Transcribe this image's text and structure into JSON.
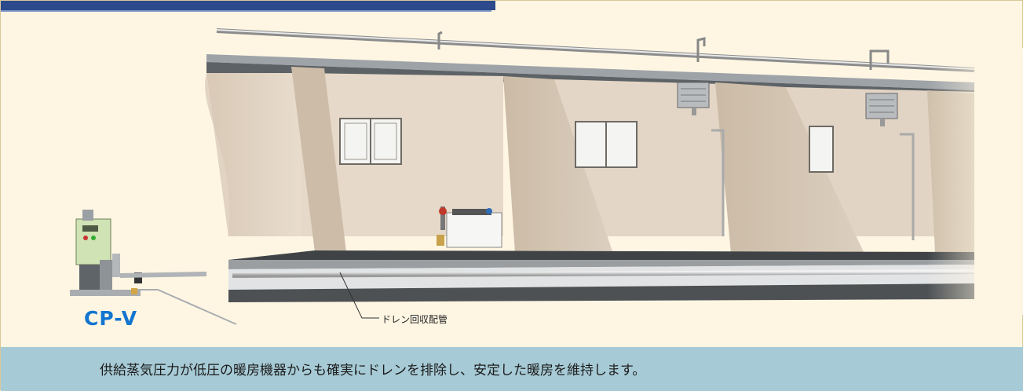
{
  "product_label": "CP-V",
  "callout_label": "ドレン回収配管",
  "caption": "供給蒸気圧力が低圧の暖房機器からも確実にドレンを排除し、安定した暖房を維持します。",
  "colors": {
    "background": "#fef6e3",
    "caption_bar": "#a7cbd6",
    "header_tab": "#2c4a8c",
    "product_label": "#1275cf"
  },
  "icons": [
    "drain-pump-unit-icon",
    "steam-heater-icon",
    "ceiling-unit-heater-icon",
    "window-icon"
  ]
}
